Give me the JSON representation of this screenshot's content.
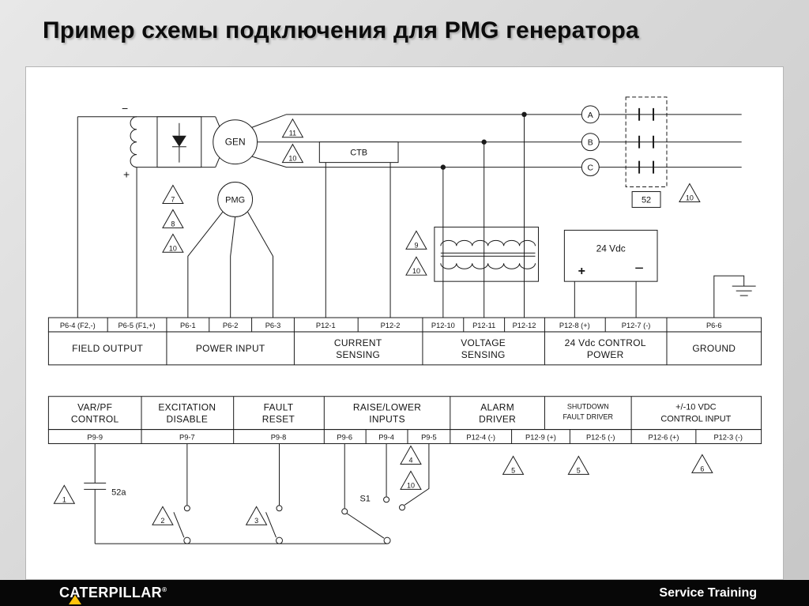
{
  "slide": {
    "title": "Пример схемы подключения для PMG генератора"
  },
  "footer": {
    "brand": "CATERPILLAR",
    "reg": "®",
    "right": "Service Training",
    "accent_yellow": "#ffc40c"
  },
  "diagram": {
    "machines": {
      "gen": "GEN",
      "pmg": "PMG"
    },
    "ct_box": "CTB",
    "phases": [
      "A",
      "B",
      "C"
    ],
    "breaker": {
      "label": "52"
    },
    "aux_contact": {
      "label": "52a"
    },
    "switch": {
      "label": "S1"
    },
    "battery": {
      "label": "24 Vdc",
      "plus": "+",
      "minus": "−"
    },
    "field": {
      "minus": "−",
      "plus": "+"
    },
    "callouts": {
      "c11": "11",
      "c10a": "10",
      "c7": "7",
      "c8": "8",
      "c10b": "10",
      "c9": "9",
      "c10c": "10",
      "c10d": "10",
      "c1": "1",
      "c2": "2",
      "c3": "3",
      "c4": "4",
      "c10e": "10",
      "c5a": "5",
      "c5b": "5",
      "c6": "6"
    },
    "upper_terminals": [
      "P6-4 (F2,-)",
      "P6-5 (F1,+)",
      "P6-1",
      "P6-2",
      "P6-3",
      "P12-1",
      "P12-2",
      "P12-10",
      "P12-11",
      "P12-12",
      "P12-8 (+)",
      "P12-7 (-)",
      "P6-6"
    ],
    "upper_groups": [
      {
        "line1": "FIELD OUTPUT",
        "line2": ""
      },
      {
        "line1": "POWER INPUT",
        "line2": ""
      },
      {
        "line1": "CURRENT",
        "line2": "SENSING"
      },
      {
        "line1": "VOLTAGE",
        "line2": "SENSING"
      },
      {
        "line1": "24 Vdc CONTROL",
        "line2": "POWER"
      },
      {
        "line1": "GROUND",
        "line2": ""
      }
    ],
    "lower_groups": [
      {
        "line1": "VAR/PF",
        "line2": "CONTROL"
      },
      {
        "line1": "EXCITATION",
        "line2": "DISABLE"
      },
      {
        "line1": "FAULT",
        "line2": "RESET"
      },
      {
        "line1": "RAISE/LOWER",
        "line2": "INPUTS"
      },
      {
        "line1": "ALARM",
        "line2": "DRIVER"
      },
      {
        "line1": "SHUTDOWN",
        "line2": "FAULT DRIVER"
      },
      {
        "line1": "+/-10 VDC",
        "line2": "CONTROL INPUT"
      }
    ],
    "lower_terminals": [
      "P9-9",
      "P9-7",
      "P9-8",
      "P9-6",
      "P9-4",
      "P9-5",
      "P12-4 (-)",
      "P12-9 (+)",
      "P12-5 (-)",
      "P12-6 (+)",
      "P12-3 (-)"
    ]
  }
}
